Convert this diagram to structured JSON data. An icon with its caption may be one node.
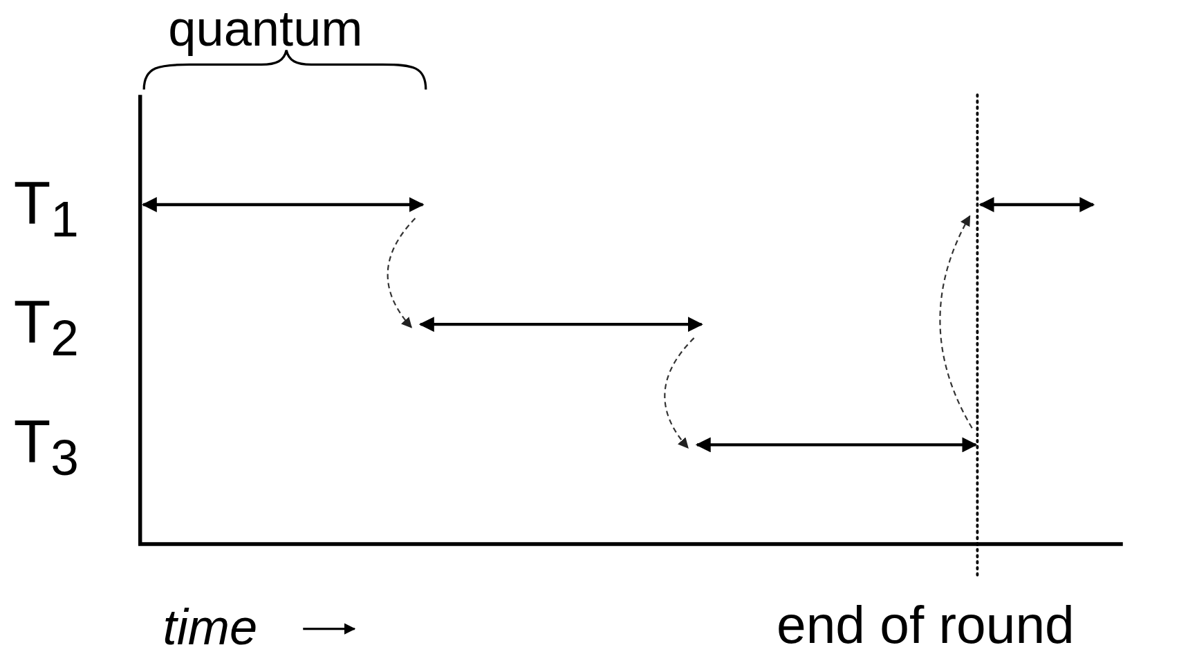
{
  "diagram": {
    "nodes": [
      {
        "text": [],
        "shape": "bar"
      },
      {
        "text": [],
        "shape": "bar"
      },
      {
        "text": [],
        "shape": "bar"
      },
      {
        "text": [],
        "shape": "bar"
      }
    ],
    "edges": [
      {
        "from": 0,
        "to": 1,
        "arrow": "to",
        "style": "dashed"
      },
      {
        "from": 1,
        "to": 2,
        "arrow": "to",
        "style": "dashed"
      },
      {
        "from": 2,
        "to": 3,
        "arrow": "to",
        "style": "dashed"
      }
    ],
    "labels": [
      "quantum",
      "T$_{1}$",
      "T$_{2}$",
      "T$_{3}$",
      "time",
      "end of round"
    ]
  }
}
